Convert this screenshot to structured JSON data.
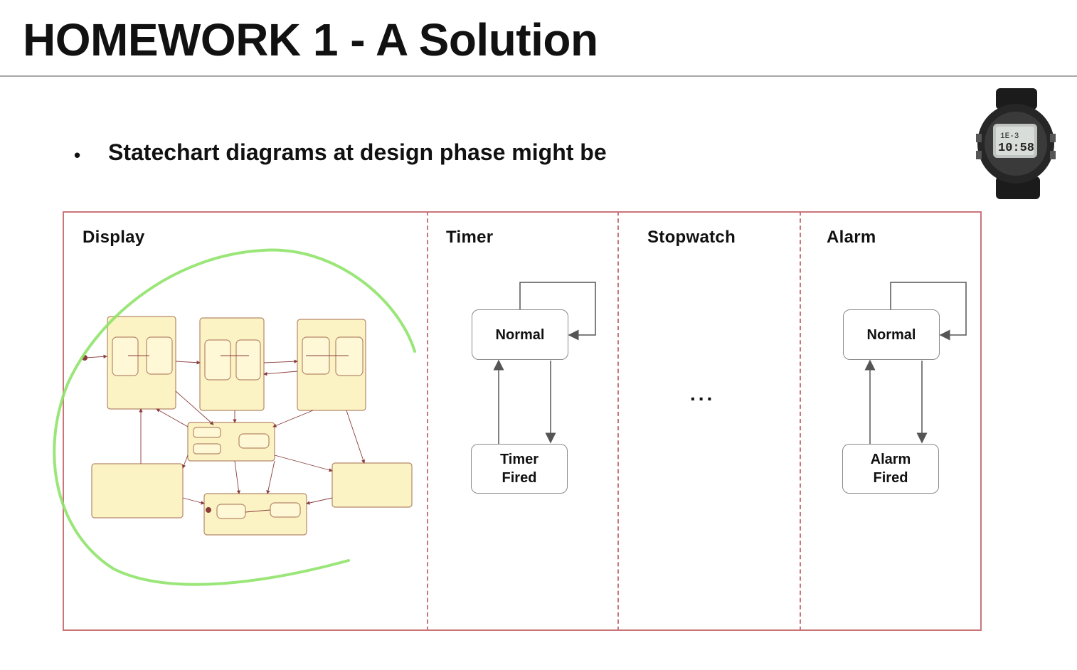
{
  "slide": {
    "title": "HOMEWORK 1 - A Solution",
    "bullet": "Statechart diagrams at design phase might be"
  },
  "lanes": [
    {
      "name": "Display"
    },
    {
      "name": "Timer",
      "states": [
        "Normal",
        "Timer\nFired"
      ]
    },
    {
      "name": "Stopwatch",
      "placeholder": "..."
    },
    {
      "name": "Alarm",
      "states": [
        "Normal",
        "Alarm\nFired"
      ]
    }
  ],
  "colors": {
    "frame": "#c9757a",
    "state_border": "#8a8a8a",
    "display_state_fill": "#fbf3c4",
    "display_state_border": "#b6876a",
    "highlight_stroke": "#8fe36a"
  }
}
